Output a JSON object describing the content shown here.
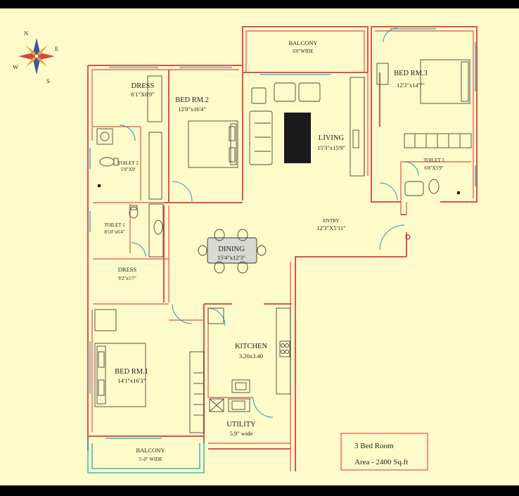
{
  "compass": {
    "n": "N",
    "e": "E",
    "s": "S",
    "w": "W"
  },
  "rooms": {
    "balcony_top": {
      "name": "BALCONY",
      "dim": "6'0\"WIDE"
    },
    "bed3": {
      "name": "BED RM.3",
      "dim": "12'3\"x14'7\""
    },
    "dress_top": {
      "name": "DRESS",
      "dim": "6'1\"X6'9\""
    },
    "bed2": {
      "name": "BED RM.2",
      "dim": "12'0\"x16'4\""
    },
    "living": {
      "name": "LIVING",
      "dim": "15'3\"x15'9\""
    },
    "toilet2": {
      "name": "TOILET 2",
      "dim": "5'9\"X9'"
    },
    "toilet3": {
      "name": "TOILET 3",
      "dim": "6'8\"X5'9\""
    },
    "entry": {
      "name": "ENTRY",
      "dim": "12'3\"X5'11\""
    },
    "toilet1": {
      "name": "TOILET 1",
      "dim": "8'10\"x6'4\""
    },
    "dining": {
      "name": "DINING",
      "dim": "15'4\"x12'3\""
    },
    "dress_mid": {
      "name": "DRESS",
      "dim": "9'2\"x5'7\""
    },
    "kitchen": {
      "name": "KITCHEN",
      "dim": "3.20x3.40"
    },
    "bed1": {
      "name": "BED RM.1",
      "dim": "14'1\"x16'3\""
    },
    "utility": {
      "name": "UTILITY",
      "dim": "5.9\" wide"
    },
    "balcony_bottom": {
      "name": "BALCONY",
      "dim": "5'-0\" WIDE"
    }
  },
  "legend": {
    "line1": "3 Bed Room",
    "line2": "Area - 2400 Sq.ft"
  },
  "colors": {
    "background": "#fdfbc9",
    "wall": "#e0524f",
    "window": "#2aa7b6",
    "frame": "#000000"
  }
}
